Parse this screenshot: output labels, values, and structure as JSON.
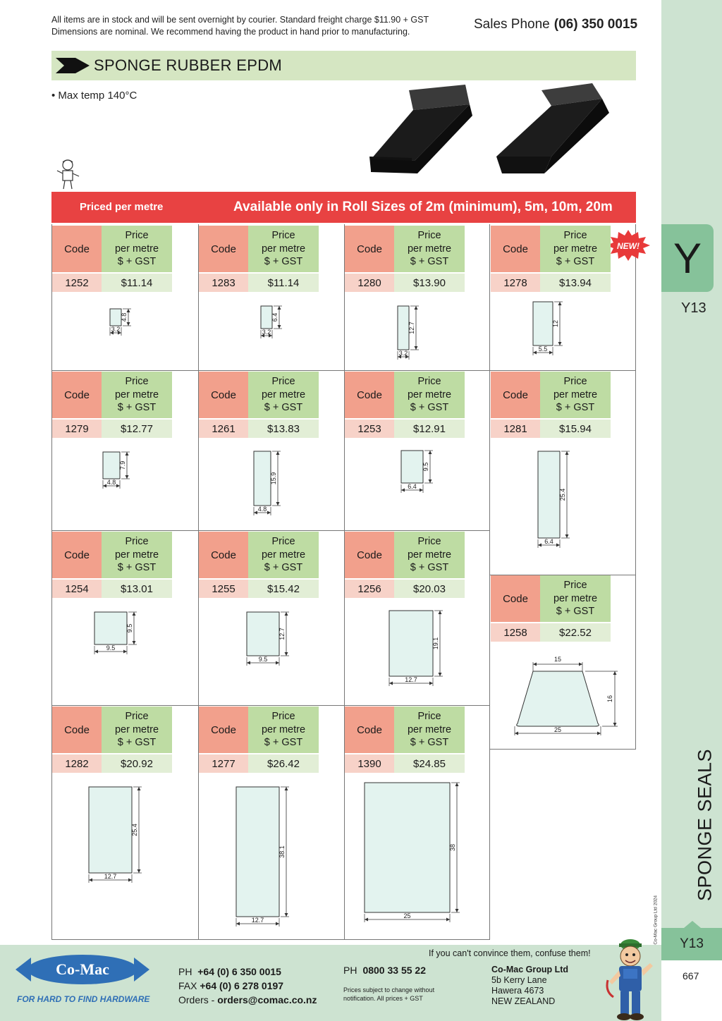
{
  "header": {
    "notice_line1": "All items are in stock and will be sent overnight by courier. Standard freight charge $11.90 + GST",
    "notice_line2": "Dimensions are nominal. We recommend having the product in hand prior to manufacturing.",
    "sales_label": "Sales Phone",
    "sales_phone": "(06) 350 0015"
  },
  "section": {
    "title": "SPONGE RUBBER EPDM",
    "bullet": "• Max temp 140°C"
  },
  "banner": {
    "left": "Priced per metre",
    "right": "Available only in Roll Sizes of 2m (minimum), 5m, 10m, 20m"
  },
  "table_header": {
    "code": "Code",
    "price_line1": "Price",
    "price_line2": "per metre",
    "price_line3": "$ + GST"
  },
  "badge": "NEW!",
  "products": [
    {
      "code": "1252",
      "price": "$11.14",
      "w": "3.2",
      "h": "4.8"
    },
    {
      "code": "1283",
      "price": "$11.14",
      "w": "3.2",
      "h": "6.4"
    },
    {
      "code": "1280",
      "price": "$13.90",
      "w": "3.2",
      "h": "12.7"
    },
    {
      "code": "1278",
      "price": "$13.94",
      "w": "5.5",
      "h": "12"
    },
    {
      "code": "1279",
      "price": "$12.77",
      "w": "4.8",
      "h": "7.9"
    },
    {
      "code": "1261",
      "price": "$13.83",
      "w": "4.8",
      "h": "15.9"
    },
    {
      "code": "1253",
      "price": "$12.91",
      "w": "6.4",
      "h": "9.5"
    },
    {
      "code": "1281",
      "price": "$15.94",
      "w": "6.4",
      "h": "25.4"
    },
    {
      "code": "1254",
      "price": "$13.01",
      "w": "9.5",
      "h": "9.5"
    },
    {
      "code": "1255",
      "price": "$15.42",
      "w": "9.5",
      "h": "12.7"
    },
    {
      "code": "1256",
      "price": "$20.03",
      "w": "12.7",
      "h": "19.1"
    },
    {
      "code": "1258",
      "price": "$22.52",
      "top": "15",
      "w": "25",
      "h": "16"
    },
    {
      "code": "1282",
      "price": "$20.92",
      "w": "12.7",
      "h": "25.4"
    },
    {
      "code": "1277",
      "price": "$26.42",
      "w": "12.7",
      "h": "38.1"
    },
    {
      "code": "1390",
      "price": "$24.85",
      "w": "25",
      "h": "38"
    }
  ],
  "side": {
    "tab_letter": "Y",
    "section_code": "Y13",
    "vertical_title": "SPONGE SEALS",
    "copyright": "© Co-Mac Group Ltd 2024",
    "bottom_code": "Y13",
    "page_number": "667"
  },
  "footer": {
    "logo_text": "Co-Mac",
    "tagline": "FOR HARD TO FIND HARDWARE",
    "ph_label": "PH",
    "ph": "+64 (0) 6 350 0015",
    "fax_label": "FAX",
    "fax": "+64 (0) 6 278 0197",
    "orders_label": "Orders -",
    "orders": "orders@comac.co.nz",
    "ph2_label": "PH",
    "ph2": "0800 33 55 22",
    "note": "Prices subject to change without notification. All prices + GST",
    "company": "Co-Mac Group Ltd",
    "addr1": "5b Kerry Lane",
    "addr2": "Hawera 4673",
    "addr3": "NEW ZEALAND",
    "slogan": "If you can't convince them, confuse them!"
  },
  "colors": {
    "title_bar": "#d5e6c2",
    "banner_red": "#e84242",
    "code_header": "#f2a08c",
    "price_header": "#bedca3",
    "side_green": "#cde3d1",
    "tab_green": "#86c29a",
    "profile_fill": "#e3f3ef"
  }
}
